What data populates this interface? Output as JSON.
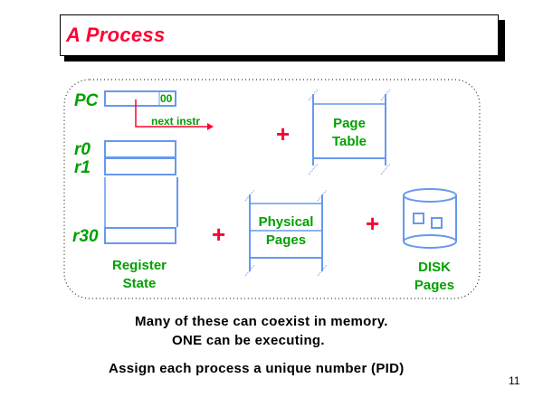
{
  "slide": {
    "title": "A Process",
    "page_number": "11"
  },
  "diagram": {
    "registers": {
      "pc_label": "PC",
      "pc_low_bits": "00",
      "pc_arrow_label": "next instr",
      "r0_label": "r0",
      "r1_label": "r1",
      "r30_label": "r30",
      "caption_line1": "Register",
      "caption_line2": "State"
    },
    "page_table": {
      "line1": "Page",
      "line2": "Table"
    },
    "physical_pages": {
      "line1": "Physical",
      "line2": "Pages"
    },
    "disk": {
      "line1": "DISK",
      "line2": "Pages"
    },
    "plus_symbol": "+",
    "colors": {
      "title_red": "#ff0033",
      "label_green": "#00a000",
      "box_blue": "#6699ee",
      "arrow_red": "#ff0033"
    }
  },
  "notes": {
    "line1": "Many of these can coexist in memory.",
    "line2": "ONE can be executing.",
    "line3": "Assign each process a unique number (PID)"
  }
}
